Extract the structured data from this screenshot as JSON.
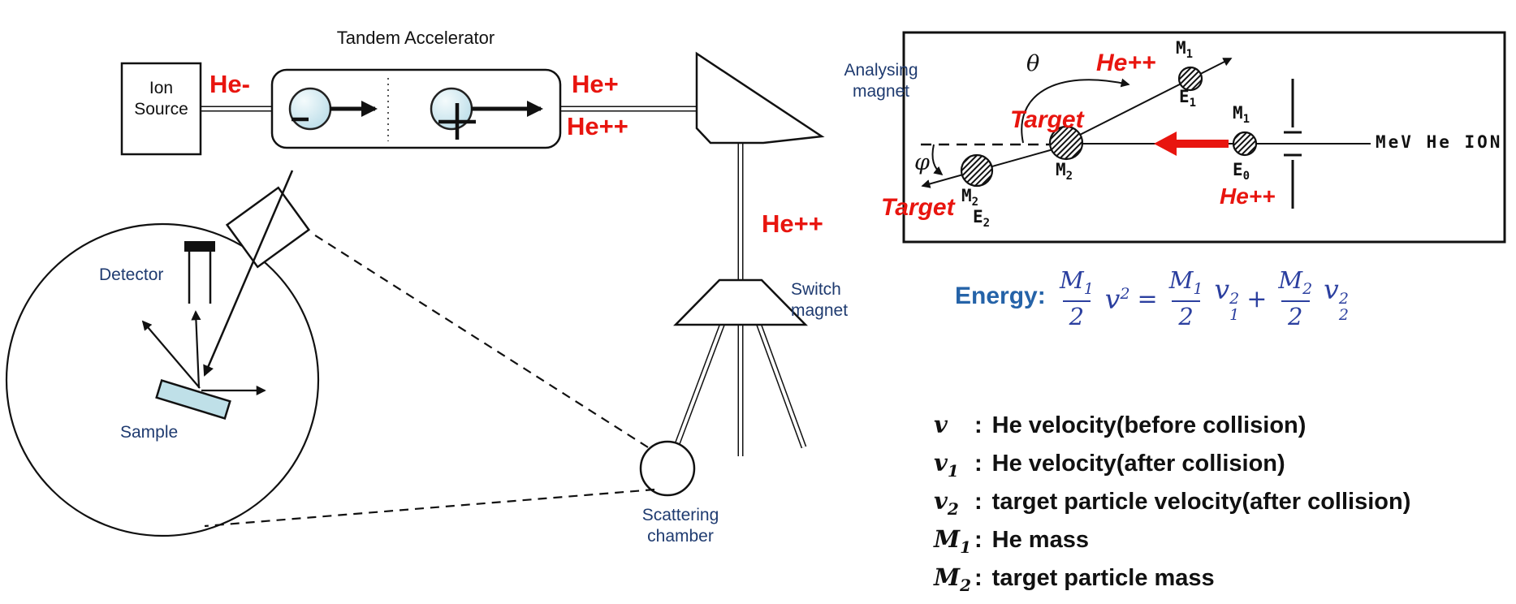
{
  "left": {
    "title": "Tandem Accelerator",
    "ion1": "Ion",
    "ion2": "Source",
    "he_minus": "He-",
    "he_plus": "He+",
    "he_pp_a": "He++",
    "he_pp_b": "He++",
    "analysing1": "Analysing",
    "analysing2": "magnet",
    "switch1": "Switch",
    "switch2": "magnet",
    "scat1": "Scattering",
    "scat2": "chamber",
    "detector": "Detector",
    "sample": "Sample"
  },
  "inset": {
    "theta": "θ",
    "phi": "φ",
    "m": "M",
    "e": "E",
    "sub0": "0",
    "sub1": "1",
    "sub2": "2",
    "mev": "MeV He ION",
    "he_out": "He++",
    "he_in": "He++",
    "target_center": "Target",
    "target_recoil": "Target"
  },
  "energy": {
    "label": "Energy:",
    "M": "M",
    "sub1": "1",
    "sub2": "2",
    "den": "2",
    "v": "v",
    "sup2": "2",
    "eq": "=",
    "plus": "+"
  },
  "legend": {
    "rows": [
      {
        "base": "v",
        "sub": "",
        "colon": ":",
        "desc": "He velocity(before collision)"
      },
      {
        "base": "v",
        "sub": "1",
        "colon": ":",
        "desc": "He velocity(after collision)"
      },
      {
        "base": "v",
        "sub": "2",
        "colon": ":",
        "desc": "target particle velocity(after collision)"
      },
      {
        "base": "M",
        "sub": "1",
        "colon": ":",
        "desc": "He mass"
      },
      {
        "base": "M",
        "sub": "2",
        "colon": ":",
        "desc": "target particle mass"
      }
    ]
  },
  "colors": {
    "red": "#e8150f",
    "navy_label": "#1f3b70",
    "energy_label_blue": "#2563a8",
    "formula_blue": "#2b3f9f",
    "sample_fill": "#bfe0e8"
  }
}
